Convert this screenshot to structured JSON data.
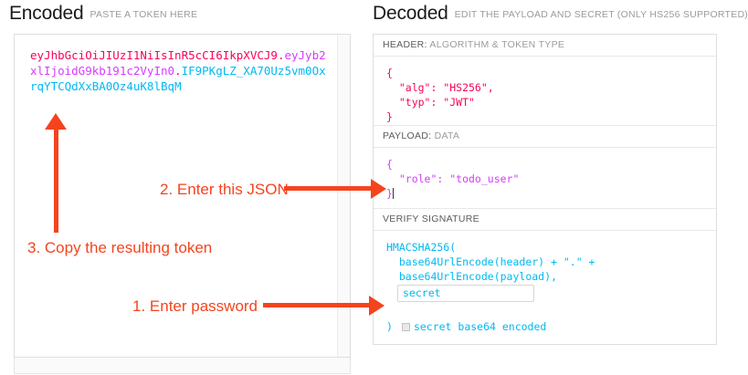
{
  "encoded": {
    "title": "Encoded",
    "subtitle": "PASTE A TOKEN HERE",
    "token": {
      "header": "eyJhbGciOiJIUzI1NiIsInR5cCI6IkpXVCJ9",
      "dot1": ".",
      "payload": "eyJyb2xlIjoidG9kb191c2VyIn0",
      "dot2": ".",
      "signature": "IF9PKgLZ_XA70Uz5vm0OxrqYTCQdXxBA0Oz4uK8lBqM"
    },
    "token_full": "eyJhbGciOiJIUzI1NiIsInR5cCI6IkpXVCJ9.eyJyb2xlIjoidG9kb191c2VyIn0.IF9PKgLZ_XA70Uz5vm0OxrqYTCQdXxBA0Oz4uK8lBqM"
  },
  "decoded": {
    "title": "Decoded",
    "subtitle": "EDIT THE PAYLOAD AND SECRET (ONLY HS256 SUPPORTED)",
    "header_section": {
      "label_lead": "HEADER:",
      "label_rest": " ALGORITHM & TOKEN TYPE",
      "body": "{\n  \"alg\": \"HS256\",\n  \"typ\": \"JWT\"\n}"
    },
    "payload_section": {
      "label_lead": "PAYLOAD:",
      "label_rest": " DATA",
      "body": "{\n  \"role\": \"todo_user\"\n}"
    },
    "signature_section": {
      "label_lead": "VERIFY SIGNATURE",
      "label_rest": "",
      "line1": "HMACSHA256(",
      "line2": "  base64UrlEncode(header) + \".\" +",
      "line3": "  base64UrlEncode(payload),",
      "secret_value": "secret",
      "secret_placeholder": "secret",
      "close_paren": ")",
      "base64_label": "secret base64 encoded",
      "base64_checked": false
    }
  },
  "annotations": {
    "step1": "1. Enter password",
    "step2": "2. Enter this JSON",
    "step3": "3. Copy the resulting token"
  },
  "colors": {
    "header_segment": "#fb015b",
    "payload_segment": "#d63aff",
    "signature_segment": "#00b9f1",
    "annotation": "#f4441e"
  }
}
